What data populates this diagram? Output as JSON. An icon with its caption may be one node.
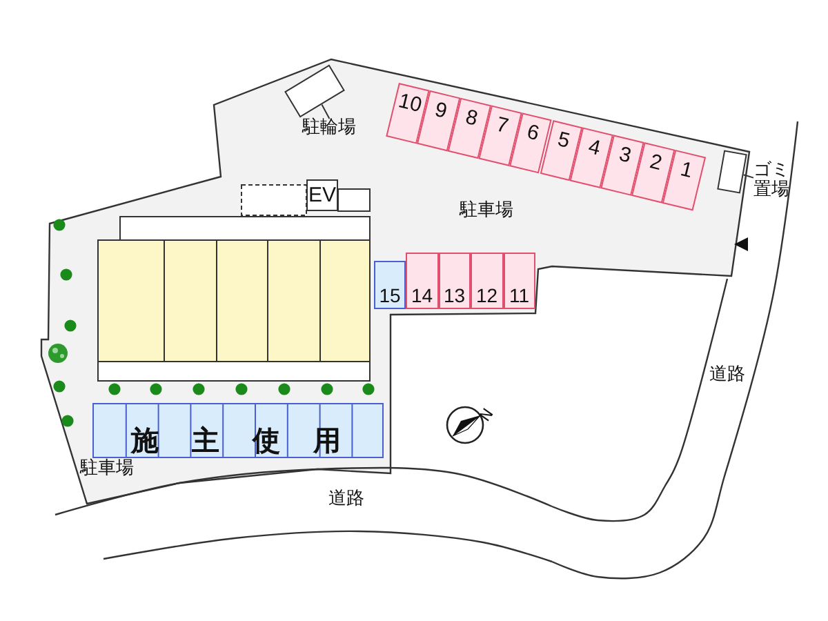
{
  "diagram": {
    "nodes": [
      {
        "text": [
          "駐輪場"
        ]
      },
      {
        "text": [],
        "shape": "box"
      },
      {
        "text": [
          "10"
        ]
      },
      {
        "text": [
          "9"
        ]
      },
      {
        "text": [
          "8"
        ]
      },
      {
        "text": [
          "7"
        ]
      },
      {
        "text": [
          "6"
        ]
      },
      {
        "text": [
          "5"
        ]
      },
      {
        "text": [
          "4"
        ]
      },
      {
        "text": [
          "3"
        ]
      },
      {
        "text": [
          "2"
        ]
      },
      {
        "text": [
          "1"
        ]
      },
      {
        "text": [
          "ゴミ置場"
        ]
      },
      {
        "text": [],
        "shape": "box"
      },
      {
        "text": [
          "EV"
        ]
      },
      {
        "text": [
          "15"
        ]
      },
      {
        "text": [
          "14"
        ]
      },
      {
        "text": [
          "13"
        ]
      },
      {
        "text": [
          "12"
        ]
      },
      {
        "text": [
          "11"
        ]
      },
      {
        "text": [
          "施主使用"
        ]
      }
    ],
    "edges": [
      {
        "from": 0,
        "to": 1,
        "arrow": "none"
      },
      {
        "from": 12,
        "to": 13,
        "arrow": "none"
      }
    ],
    "labels": [
      "駐車場",
      "道路",
      "N",
      "駐車場",
      "道路"
    ]
  }
}
